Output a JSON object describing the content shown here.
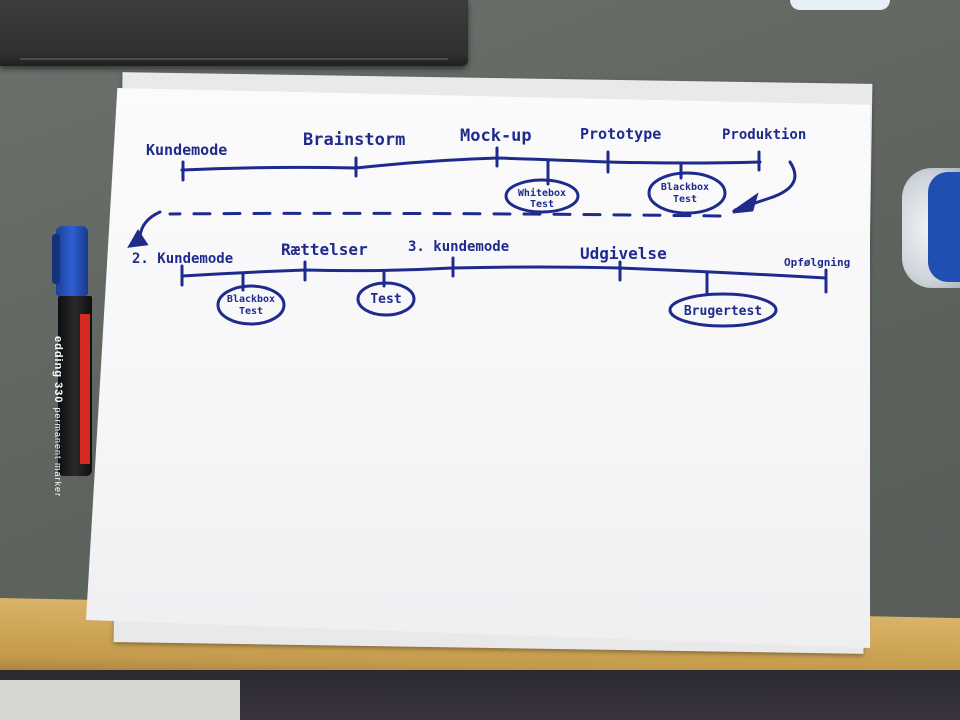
{
  "timeline_top": {
    "labels": [
      "Kundemode",
      "Brainstorm",
      "Mock-up",
      "Prototype",
      "Produktion"
    ],
    "bubbles": [
      {
        "line1": "Whitebox",
        "line2": "Test"
      },
      {
        "line1": "Blackbox",
        "line2": "Test"
      }
    ]
  },
  "timeline_bottom": {
    "labels": [
      "2. Kundemode",
      "Rættelser",
      "3. kundemode",
      "Udgivelse",
      "Opfølgning"
    ],
    "bubbles": [
      {
        "line1": "Blackbox",
        "line2": "Test"
      },
      {
        "line1": "Test",
        "line2": ""
      },
      {
        "line1": "Brugertest",
        "line2": ""
      }
    ]
  },
  "marker": {
    "brand": "edding 330",
    "subtitle": "permanent marker"
  },
  "colors": {
    "ink": "#1f2b8c",
    "paper": "#f7f7f9",
    "desk": "#5f655f",
    "wood": "#cfa758",
    "marker_cap": "#2f5fd0",
    "marker_stripe": "#d72a1e"
  }
}
